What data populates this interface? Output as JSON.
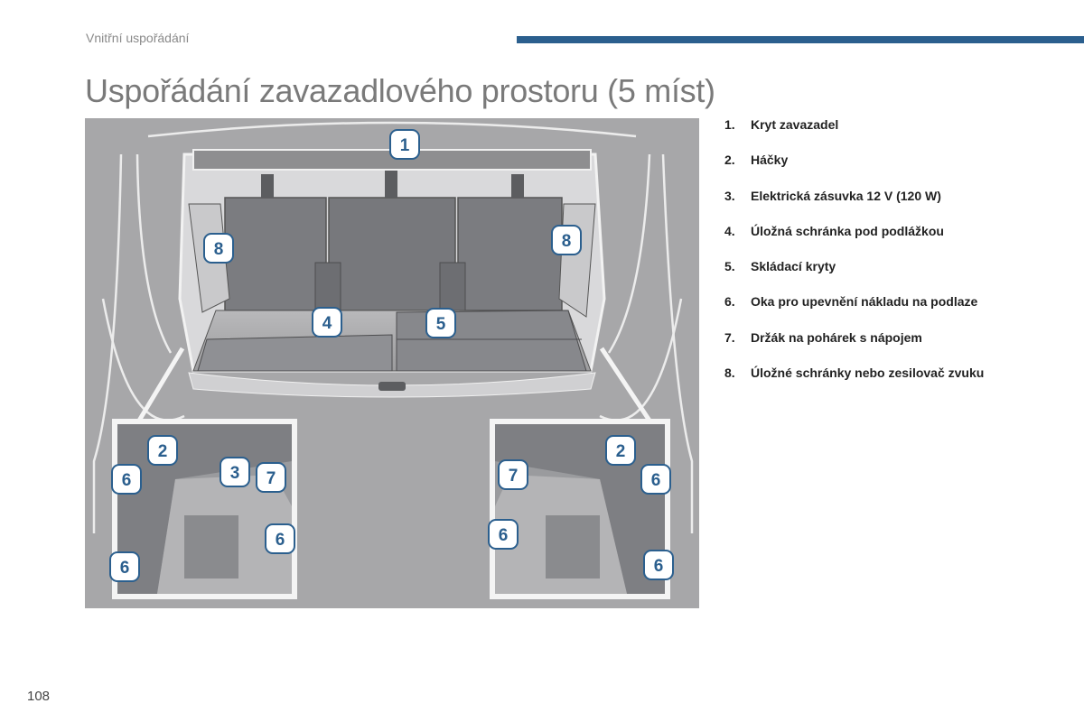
{
  "header": {
    "section_label": "Vnitřní uspořádání",
    "accent_color": "#2b5f8e"
  },
  "page_title": "Uspořádání zavazadlového prostoru (5 míst)",
  "figure": {
    "background_color": "#a7a7a9",
    "callouts": {
      "1": "1",
      "2": "2",
      "3": "3",
      "4": "4",
      "5": "5",
      "6": "6",
      "7": "7",
      "8": "8"
    }
  },
  "legend": [
    {
      "number": "1.",
      "text": "Kryt zavazadel"
    },
    {
      "number": "2.",
      "text": "Háčky"
    },
    {
      "number": "3.",
      "text": "Elektrická zásuvka 12 V (120 W)"
    },
    {
      "number": "4.",
      "text": "Úložná schránka pod podlážkou"
    },
    {
      "number": "5.",
      "text": "Skládací kryty"
    },
    {
      "number": "6.",
      "text": "Oka pro upevnění nákladu na podlaze"
    },
    {
      "number": "7.",
      "text": "Držák na pohárek s nápojem"
    },
    {
      "number": "8.",
      "text": "Úložné schránky nebo zesilovač zvuku"
    }
  ],
  "page_number": "108"
}
